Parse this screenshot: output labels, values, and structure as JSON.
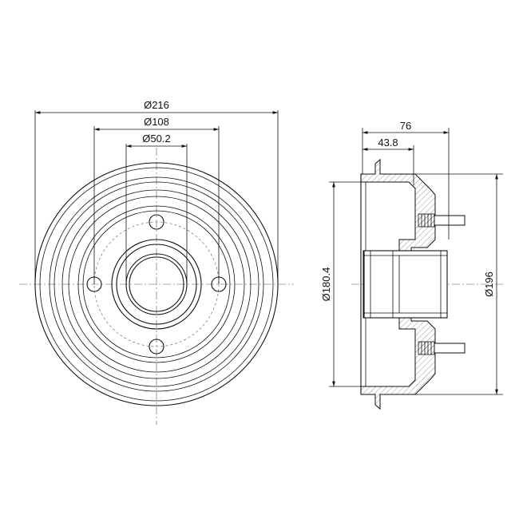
{
  "drawing": {
    "title": "",
    "front_view": {
      "dims": {
        "outer_diameter": "Ø216",
        "bolt_circle": "Ø108",
        "center_bore": "Ø50.2"
      }
    },
    "side_view": {
      "dims": {
        "overall_height": "76",
        "offset": "43.8",
        "inner_diameter": "Ø180.4",
        "outer_diameter": "Ø196"
      }
    },
    "colors": {
      "line": "#111111",
      "hatch": "#333333",
      "background": "#ffffff"
    }
  }
}
